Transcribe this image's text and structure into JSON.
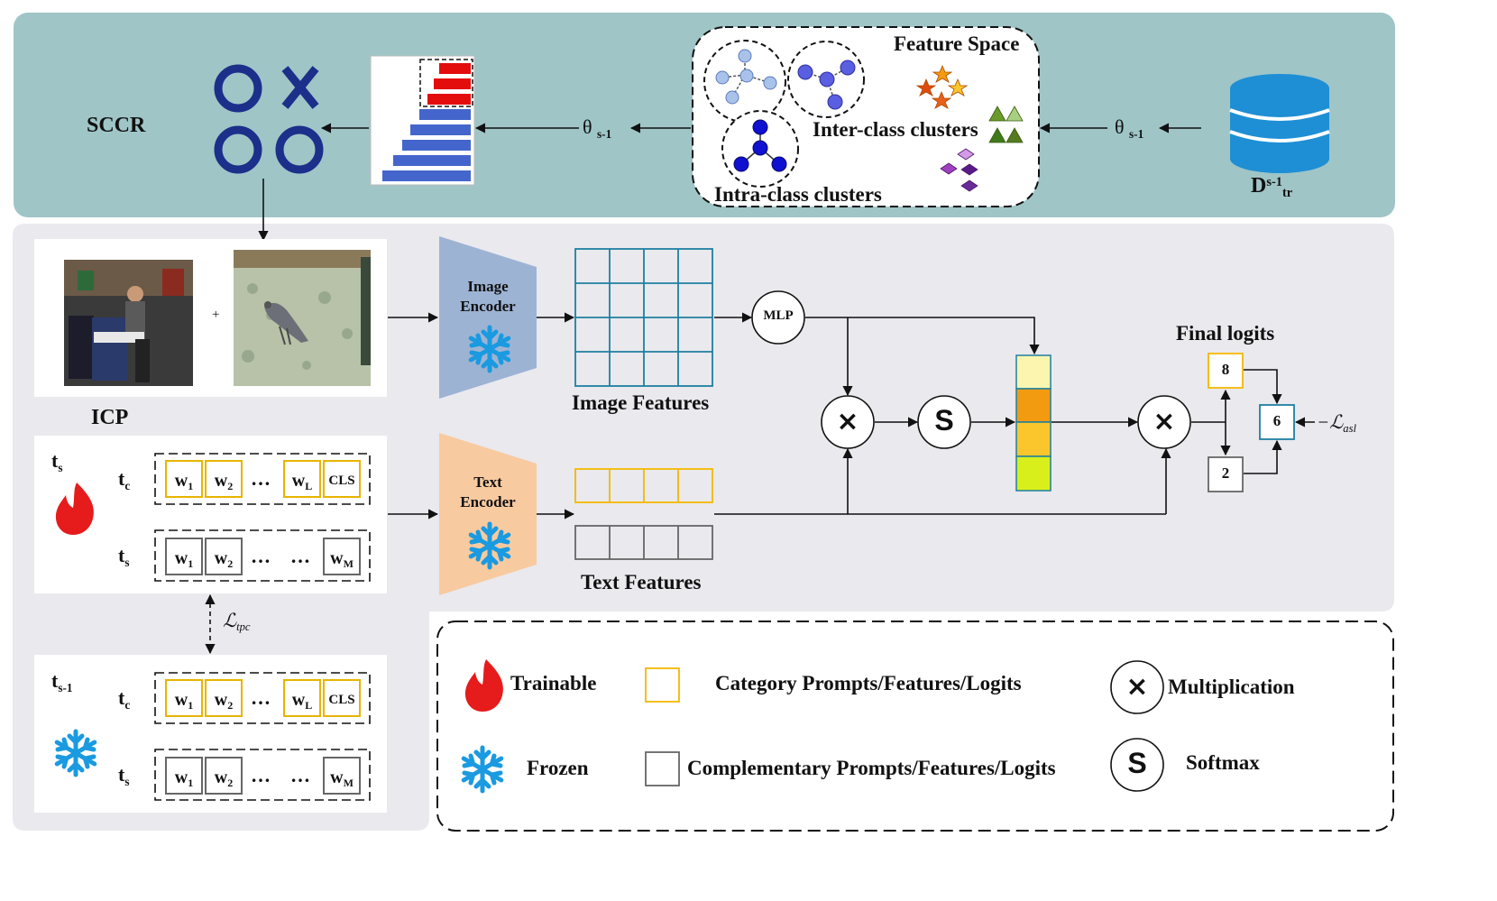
{
  "sccr": {
    "label": "SCCR",
    "theta_left": "θ",
    "theta_left_sub": "s-1",
    "theta_right": "θ",
    "theta_right_sub": "s-1",
    "feature_space": "Feature Space",
    "inter_class": "Inter-class clusters",
    "intra_class": "Intra-class clusters",
    "dataset": "D",
    "dataset_sup": "s-1",
    "dataset_sub": "tr"
  },
  "icp": {
    "label": "ICP",
    "plus": "+",
    "current": {
      "stage": "t",
      "stage_sub": "s",
      "row_c": "t",
      "row_c_sub": "c",
      "row_s": "t",
      "row_s_sub": "s"
    },
    "previous": {
      "stage": "t",
      "stage_sub": "s-1",
      "row_c": "t",
      "row_c_sub": "c",
      "row_s": "t",
      "row_s_sub": "s"
    },
    "tokens": {
      "w": "w",
      "sub1": "1",
      "sub2": "2",
      "subL": "L",
      "subM": "M",
      "cls": "CLS",
      "dots": "…"
    },
    "loss_tpc": "ℒ",
    "loss_tpc_sub": "tpc"
  },
  "encoders": {
    "image": [
      "Image",
      "Encoder"
    ],
    "text": [
      "Text",
      "Encoder"
    ]
  },
  "features": {
    "image": "Image Features",
    "text": "Text Features"
  },
  "ops": {
    "mlp": "MLP",
    "multiply": "×",
    "softmax": "S"
  },
  "logits": {
    "title": "Final logits",
    "top": "8",
    "bottom": "2",
    "final": "6",
    "loss_prefix": "−ℒ",
    "loss_sub": "asl"
  },
  "legend": {
    "trainable": "Trainable",
    "frozen": "Frozen",
    "category": "Category Prompts/Features/Logits",
    "complementary": "Complementary Prompts/Features/Logits",
    "multiplication": "Multiplication",
    "softmax": "Softmax"
  },
  "colors": {
    "top_band": "#9fc5c7",
    "bottom_band": "#e9e9ee",
    "category": "#f5b800",
    "complementary": "#666666",
    "grid": "#1e7fa0",
    "image_encoder": "#9db3d3",
    "text_encoder": "#f8caa0",
    "dataset": "#1e8fd4",
    "sccr_marks": "#1c2f8a",
    "flame": "#e61b1b",
    "snowflake": "#1a9ae0",
    "stack": [
      "#fcf5b0",
      "#f29a10",
      "#fbc62c",
      "#d8ef1c"
    ]
  },
  "icons": {
    "flame": "flame-icon",
    "snowflake": "snowflake-icon",
    "database": "database-icon"
  }
}
